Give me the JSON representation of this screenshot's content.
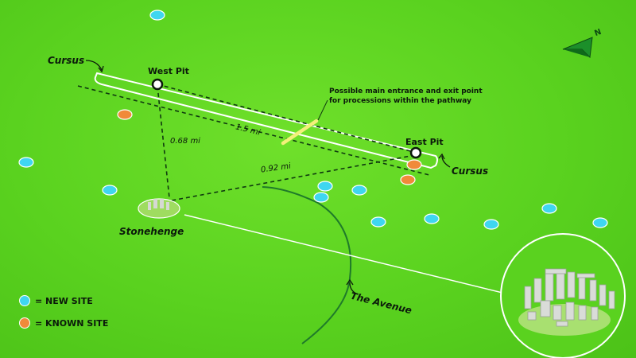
{
  "labels": {
    "cursus_left": "Cursus",
    "cursus_right": "Cursus",
    "west_pit": "West Pit",
    "east_pit": "East Pit",
    "entrance_note_line1": "Possible main entrance and exit point",
    "entrance_note_line2": "for processions within the pathway",
    "dist_pits": "1.5 mi",
    "dist_west": "0.68 mi",
    "dist_east": "0.92 mi",
    "stonehenge": "Stonehenge",
    "avenue": "The Avenue",
    "north": "N"
  },
  "legend": {
    "new_site": "= NEW SITE",
    "known_site": "= KNOWN SITE"
  },
  "colors": {
    "background": "#5ad21f",
    "new_site": "#3fd6f0",
    "known_site": "#f08a3a",
    "line_dark": "#0f3a0f",
    "line_white": "#ffffff",
    "entrance_marker": "#f2f07a"
  },
  "icons": [
    "north-arrow-icon",
    "stonehenge-icon"
  ]
}
